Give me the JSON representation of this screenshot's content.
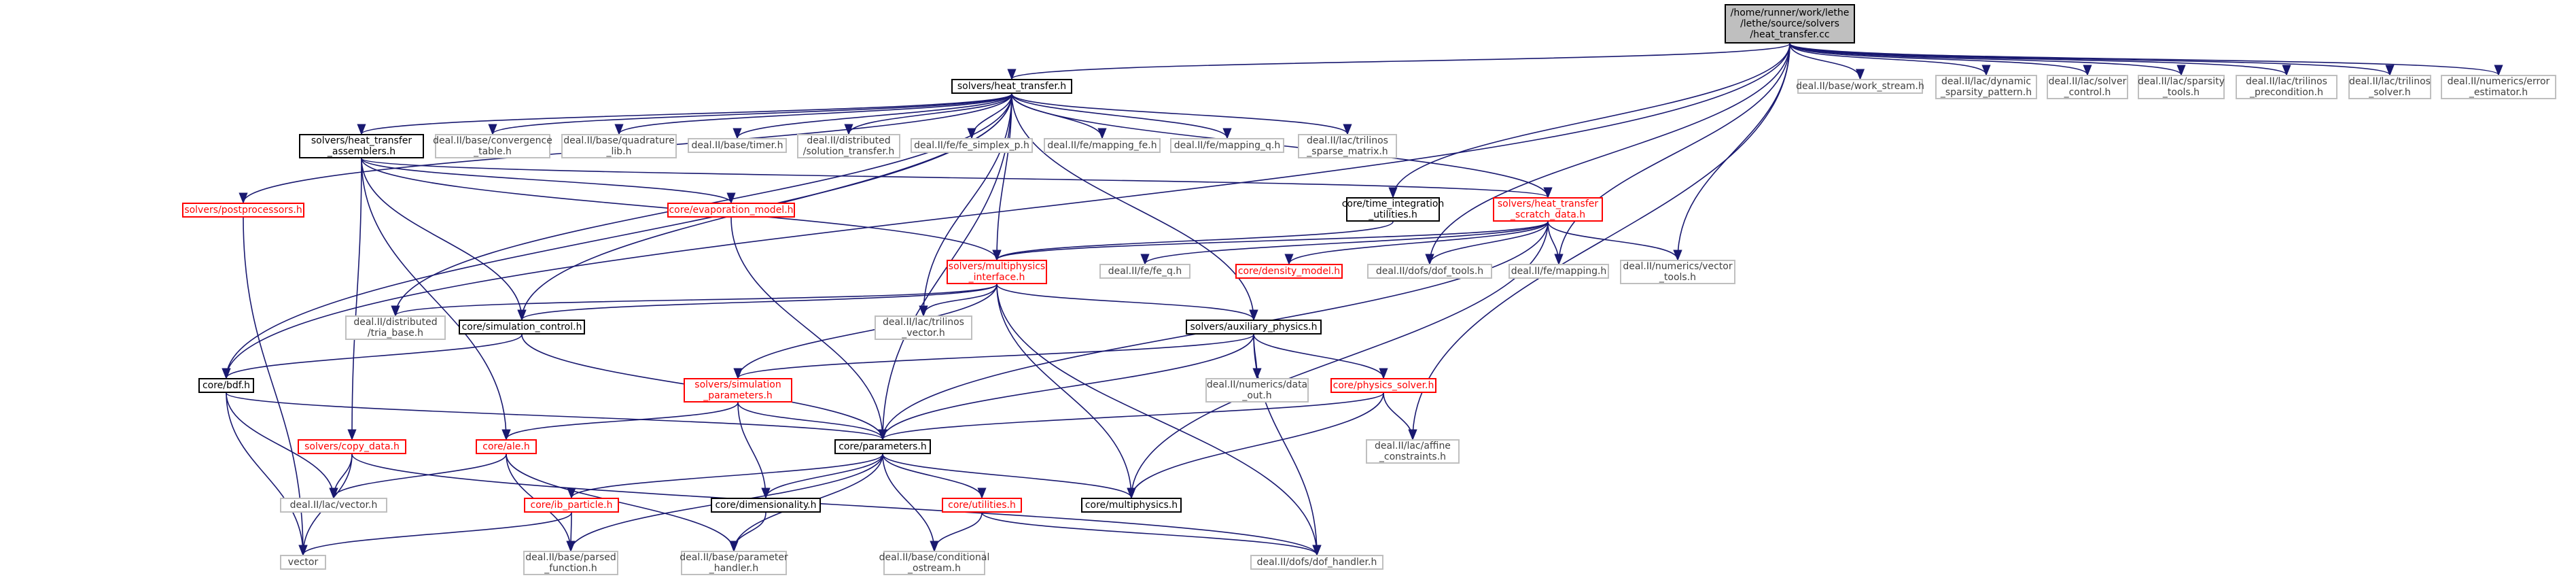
{
  "nodes": [
    {
      "id": "root",
      "label": "/home/runner/work/lethe\n/lethe/source/solvers\n/heat_transfer.cc",
      "kind": "root"
    },
    {
      "id": "ht_h",
      "label": "solvers/heat_transfer.h",
      "kind": "doc"
    },
    {
      "id": "work_stream",
      "label": "deal.II/base/work_stream.h",
      "kind": "sys"
    },
    {
      "id": "dyn_sparsity",
      "label": "deal.II/lac/dynamic\n_sparsity_pattern.h",
      "kind": "sys"
    },
    {
      "id": "solver_control",
      "label": "deal.II/lac/solver\n_control.h",
      "kind": "sys"
    },
    {
      "id": "sparsity_tools",
      "label": "deal.II/lac/sparsity\n_tools.h",
      "kind": "sys"
    },
    {
      "id": "trilinos_precond",
      "label": "deal.II/lac/trilinos\n_precondition.h",
      "kind": "sys"
    },
    {
      "id": "trilinos_solver",
      "label": "deal.II/lac/trilinos\n_solver.h",
      "kind": "sys"
    },
    {
      "id": "error_estimator",
      "label": "deal.II/numerics/error\n_estimator.h",
      "kind": "sys"
    },
    {
      "id": "postprocessors",
      "label": "solvers/postprocessors.h",
      "kind": "trunc"
    },
    {
      "id": "ht_assemblers",
      "label": "solvers/heat_transfer\n_assemblers.h",
      "kind": "doc"
    },
    {
      "id": "convergence_table",
      "label": "deal.II/base/convergence\n_table.h",
      "kind": "sys"
    },
    {
      "id": "quadrature_lib",
      "label": "deal.II/base/quadrature\n_lib.h",
      "kind": "sys"
    },
    {
      "id": "timer",
      "label": "deal.II/base/timer.h",
      "kind": "sys"
    },
    {
      "id": "solution_transfer",
      "label": "deal.II/distributed\n/solution_transfer.h",
      "kind": "sys"
    },
    {
      "id": "fe_simplex",
      "label": "deal.II/fe/fe_simplex_p.h",
      "kind": "sys"
    },
    {
      "id": "mapping_fe",
      "label": "deal.II/fe/mapping_fe.h",
      "kind": "sys"
    },
    {
      "id": "mapping_q",
      "label": "deal.II/fe/mapping_q.h",
      "kind": "sys"
    },
    {
      "id": "trilinos_sparse",
      "label": "deal.II/lac/trilinos\n_sparse_matrix.h",
      "kind": "sys"
    },
    {
      "id": "evaporation",
      "label": "core/evaporation_model.h",
      "kind": "trunc"
    },
    {
      "id": "time_integration",
      "label": "core/time_integration\n_utilities.h",
      "kind": "doc"
    },
    {
      "id": "ht_scratch",
      "label": "solvers/heat_transfer\n_scratch_data.h",
      "kind": "trunc"
    },
    {
      "id": "mp_interface",
      "label": "solvers/multiphysics\n_interface.h",
      "kind": "trunc"
    },
    {
      "id": "fe_q",
      "label": "deal.II/fe/fe_q.h",
      "kind": "sys"
    },
    {
      "id": "density_model",
      "label": "core/density_model.h",
      "kind": "trunc"
    },
    {
      "id": "dof_tools",
      "label": "deal.II/dofs/dof_tools.h",
      "kind": "sys"
    },
    {
      "id": "mapping",
      "label": "deal.II/fe/mapping.h",
      "kind": "sys"
    },
    {
      "id": "vector_tools",
      "label": "deal.II/numerics/vector\n_tools.h",
      "kind": "sys"
    },
    {
      "id": "tria_base",
      "label": "deal.II/distributed\n/tria_base.h",
      "kind": "sys"
    },
    {
      "id": "sim_control",
      "label": "core/simulation_control.h",
      "kind": "doc"
    },
    {
      "id": "trilinos_vector",
      "label": "deal.II/lac/trilinos\n_vector.h",
      "kind": "sys"
    },
    {
      "id": "aux_physics",
      "label": "solvers/auxiliary_physics.h",
      "kind": "doc"
    },
    {
      "id": "bdf",
      "label": "core/bdf.h",
      "kind": "doc"
    },
    {
      "id": "sim_params",
      "label": "solvers/simulation\n_parameters.h",
      "kind": "trunc"
    },
    {
      "id": "data_out",
      "label": "deal.II/numerics/data\n_out.h",
      "kind": "sys"
    },
    {
      "id": "physics_solver",
      "label": "core/physics_solver.h",
      "kind": "trunc"
    },
    {
      "id": "copy_data",
      "label": "solvers/copy_data.h",
      "kind": "trunc"
    },
    {
      "id": "ale",
      "label": "core/ale.h",
      "kind": "trunc"
    },
    {
      "id": "parameters",
      "label": "core/parameters.h",
      "kind": "doc"
    },
    {
      "id": "affine_constraints",
      "label": "deal.II/lac/affine\n_constraints.h",
      "kind": "sys"
    },
    {
      "id": "lac_vector",
      "label": "deal.II/lac/vector.h",
      "kind": "sys"
    },
    {
      "id": "ib_particle",
      "label": "core/ib_particle.h",
      "kind": "trunc"
    },
    {
      "id": "dimensionality",
      "label": "core/dimensionality.h",
      "kind": "doc"
    },
    {
      "id": "utilities",
      "label": "core/utilities.h",
      "kind": "trunc"
    },
    {
      "id": "multiphysics",
      "label": "core/multiphysics.h",
      "kind": "doc"
    },
    {
      "id": "vector_std",
      "label": "vector",
      "kind": "sys"
    },
    {
      "id": "parsed_function",
      "label": "deal.II/base/parsed\n_function.h",
      "kind": "sys"
    },
    {
      "id": "parameter_handler",
      "label": "deal.II/base/parameter\n_handler.h",
      "kind": "sys"
    },
    {
      "id": "conditional_ostream",
      "label": "deal.II/base/conditional\n_ostream.h",
      "kind": "sys"
    },
    {
      "id": "dof_handler",
      "label": "deal.II/dofs/dof_handler.h",
      "kind": "sys"
    }
  ],
  "edges": [
    [
      "root",
      "ht_h"
    ],
    [
      "root",
      "work_stream"
    ],
    [
      "root",
      "dyn_sparsity"
    ],
    [
      "root",
      "solver_control"
    ],
    [
      "root",
      "sparsity_tools"
    ],
    [
      "root",
      "trilinos_precond"
    ],
    [
      "root",
      "trilinos_solver"
    ],
    [
      "root",
      "error_estimator"
    ],
    [
      "root",
      "bdf"
    ],
    [
      "root",
      "time_integration"
    ],
    [
      "root",
      "dof_tools"
    ],
    [
      "root",
      "mapping"
    ],
    [
      "root",
      "vector_tools"
    ],
    [
      "root",
      "affine_constraints"
    ],
    [
      "ht_h",
      "postprocessors"
    ],
    [
      "ht_h",
      "ht_assemblers"
    ],
    [
      "ht_h",
      "convergence_table"
    ],
    [
      "ht_h",
      "quadrature_lib"
    ],
    [
      "ht_h",
      "timer"
    ],
    [
      "ht_h",
      "solution_transfer"
    ],
    [
      "ht_h",
      "fe_simplex"
    ],
    [
      "ht_h",
      "mapping_fe"
    ],
    [
      "ht_h",
      "mapping_q"
    ],
    [
      "ht_h",
      "trilinos_sparse"
    ],
    [
      "ht_h",
      "ht_scratch"
    ],
    [
      "ht_h",
      "mp_interface"
    ],
    [
      "ht_h",
      "bdf"
    ],
    [
      "ht_h",
      "sim_control"
    ],
    [
      "ht_h",
      "tria_base"
    ],
    [
      "ht_h",
      "trilinos_vector"
    ],
    [
      "ht_h",
      "aux_physics"
    ],
    [
      "ht_h",
      "parameters"
    ],
    [
      "ht_assemblers",
      "evaporation"
    ],
    [
      "ht_assemblers",
      "ht_scratch"
    ],
    [
      "ht_assemblers",
      "mp_interface"
    ],
    [
      "ht_assemblers",
      "sim_control"
    ],
    [
      "ht_assemblers",
      "copy_data"
    ],
    [
      "ht_assemblers",
      "ale"
    ],
    [
      "ht_scratch",
      "mp_interface"
    ],
    [
      "ht_scratch",
      "fe_q"
    ],
    [
      "ht_scratch",
      "density_model"
    ],
    [
      "ht_scratch",
      "dof_tools"
    ],
    [
      "ht_scratch",
      "mapping"
    ],
    [
      "ht_scratch",
      "vector_tools"
    ],
    [
      "ht_scratch",
      "parameters"
    ],
    [
      "ht_scratch",
      "multiphysics"
    ],
    [
      "time_integration",
      "mp_interface"
    ],
    [
      "evaporation",
      "parameters"
    ],
    [
      "mp_interface",
      "tria_base"
    ],
    [
      "mp_interface",
      "sim_control"
    ],
    [
      "mp_interface",
      "trilinos_vector"
    ],
    [
      "mp_interface",
      "aux_physics"
    ],
    [
      "mp_interface",
      "sim_params"
    ],
    [
      "mp_interface",
      "multiphysics"
    ],
    [
      "mp_interface",
      "dof_handler"
    ],
    [
      "sim_control",
      "bdf"
    ],
    [
      "sim_control",
      "parameters"
    ],
    [
      "aux_physics",
      "sim_params"
    ],
    [
      "aux_physics",
      "data_out"
    ],
    [
      "aux_physics",
      "physics_solver"
    ],
    [
      "aux_physics",
      "parameters"
    ],
    [
      "aux_physics",
      "dof_handler"
    ],
    [
      "sim_params",
      "ale"
    ],
    [
      "sim_params",
      "parameters"
    ],
    [
      "sim_params",
      "dimensionality"
    ],
    [
      "physics_solver",
      "affine_constraints"
    ],
    [
      "physics_solver",
      "parameters"
    ],
    [
      "physics_solver",
      "multiphysics"
    ],
    [
      "bdf",
      "parameters"
    ],
    [
      "bdf",
      "lac_vector"
    ],
    [
      "bdf",
      "vector_std"
    ],
    [
      "postprocessors",
      "vector_std"
    ],
    [
      "copy_data",
      "lac_vector"
    ],
    [
      "copy_data",
      "vector_std"
    ],
    [
      "copy_data",
      "dof_handler"
    ],
    [
      "ale",
      "lac_vector"
    ],
    [
      "ale",
      "parsed_function"
    ],
    [
      "ale",
      "parameter_handler"
    ],
    [
      "parameters",
      "ib_particle"
    ],
    [
      "parameters",
      "dimensionality"
    ],
    [
      "parameters",
      "utilities"
    ],
    [
      "parameters",
      "multiphysics"
    ],
    [
      "parameters",
      "parsed_function"
    ],
    [
      "parameters",
      "parameter_handler"
    ],
    [
      "parameters",
      "conditional_ostream"
    ],
    [
      "ib_particle",
      "parsed_function"
    ],
    [
      "ib_particle",
      "vector_std"
    ],
    [
      "dimensionality",
      "parameter_handler"
    ],
    [
      "utilities",
      "conditional_ostream"
    ],
    [
      "utilities",
      "dof_handler"
    ]
  ]
}
